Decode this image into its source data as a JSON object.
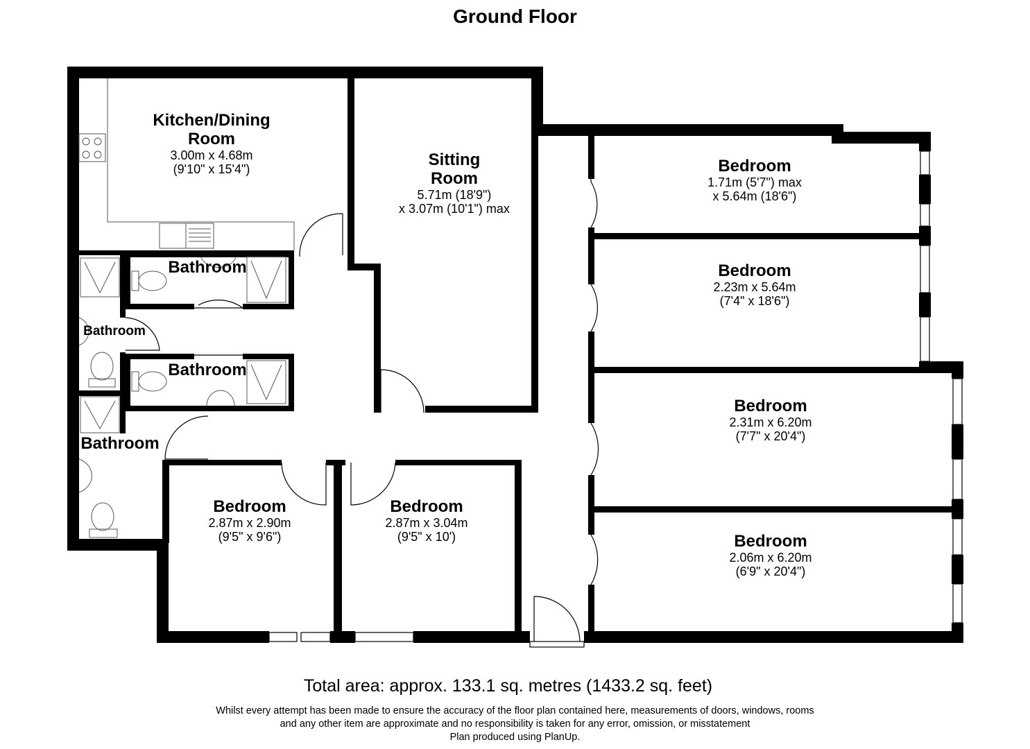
{
  "header": {
    "title": "Ground Floor"
  },
  "rooms": {
    "kitchen": {
      "name_line1": "Kitchen/Dining",
      "name_line2": "Room",
      "dim1": "3.00m x 4.68m",
      "dim2": "(9'10\" x 15'4\")"
    },
    "sitting": {
      "name_line1": "Sitting",
      "name_line2": "Room",
      "dim1": "5.71m (18'9\")",
      "dim2": "x 3.07m (10'1\") max"
    },
    "bed1": {
      "name": "Bedroom",
      "dim1": "1.71m (5'7\") max",
      "dim2": "x 5.64m (18'6\")"
    },
    "bed2": {
      "name": "Bedroom",
      "dim1": "2.23m x 5.64m",
      "dim2": "(7'4\" x 18'6\")"
    },
    "bed3": {
      "name": "Bedroom",
      "dim1": "2.31m x 6.20m",
      "dim2": "(7'7\" x 20'4\")"
    },
    "bed4": {
      "name": "Bedroom",
      "dim1": "2.06m x 6.20m",
      "dim2": "(6'9\" x 20'4\")"
    },
    "bed5": {
      "name": "Bedroom",
      "dim1": "2.87m x 2.90m",
      "dim2": "(9'5\" x 9'6\")"
    },
    "bed6": {
      "name": "Bedroom",
      "dim1": "2.87m x 3.04m",
      "dim2": "(9'5\" x 10')"
    },
    "bath1": {
      "name": "Bathroom"
    },
    "bath2": {
      "name": "Bathroom"
    },
    "bath3": {
      "name": "Bathroom"
    },
    "bath4": {
      "name": "Bathroom"
    }
  },
  "footer": {
    "total_area": "Total area: approx. 133.1 sq. metres (1433.2 sq. feet)",
    "disclaimer_line1": "Whilst every attempt has been made to ensure the accuracy of the floor plan contained here, measurements of doors, windows, rooms",
    "disclaimer_line2": "and any other item are approximate and no responsibility is taken for any error, omission, or misstatement",
    "disclaimer_line3": "Plan produced using PlanUp."
  },
  "colors": {
    "wall": "#000000",
    "fixture": "#555555",
    "background": "#ffffff"
  }
}
